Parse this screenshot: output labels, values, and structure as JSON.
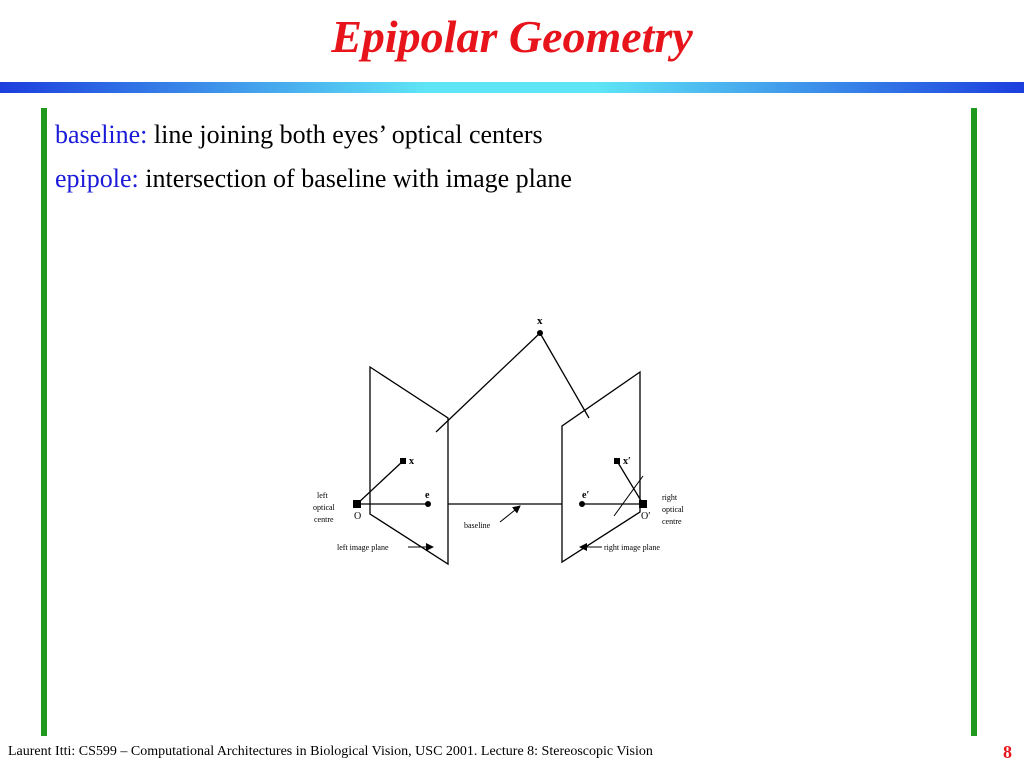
{
  "slide": {
    "title": "Epipolar Geometry",
    "title_color": "#e8141b",
    "term_color": "#1a1ad8",
    "accent_bar_color": "#1f9a1f"
  },
  "bullets": [
    {
      "term": "baseline:",
      "text": " line joining both eyes’ optical centers"
    },
    {
      "term": "epipole:",
      "text": " intersection of baseline with image plane"
    }
  ],
  "diagram": {
    "point_X": "x",
    "left_image_point": "x",
    "right_image_point": "x′",
    "left_epipole": "e",
    "right_epipole": "e′",
    "left_center": "O",
    "right_center": "O′",
    "left_center_label": [
      "left",
      "optical",
      "centre"
    ],
    "right_center_label": [
      "right",
      "optical",
      "centre"
    ],
    "baseline_label": "baseline",
    "left_plane_label": "left image plane",
    "right_plane_label": "right image plane"
  },
  "footer": {
    "text": "Laurent Itti: CS599 – Computational Architectures in Biological Vision, USC 2001. Lecture 8: Stereoscopic Vision",
    "page_number": "8"
  }
}
